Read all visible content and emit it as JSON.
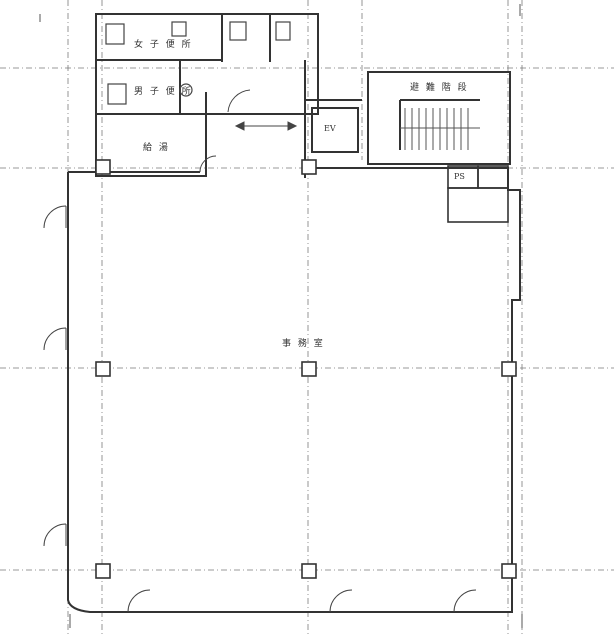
{
  "labels": {
    "toilet_1": "女 子 便 所",
    "toilet_2": "男 子 便 所",
    "kitchen": "給 湯",
    "elevator": "EV",
    "stair": "避 難 階 段",
    "ps": "PS",
    "office": "事 務 室"
  },
  "colors": {
    "line": "#3a3a3a",
    "grid": "#6e6e6e",
    "paper": "#ffffff"
  }
}
